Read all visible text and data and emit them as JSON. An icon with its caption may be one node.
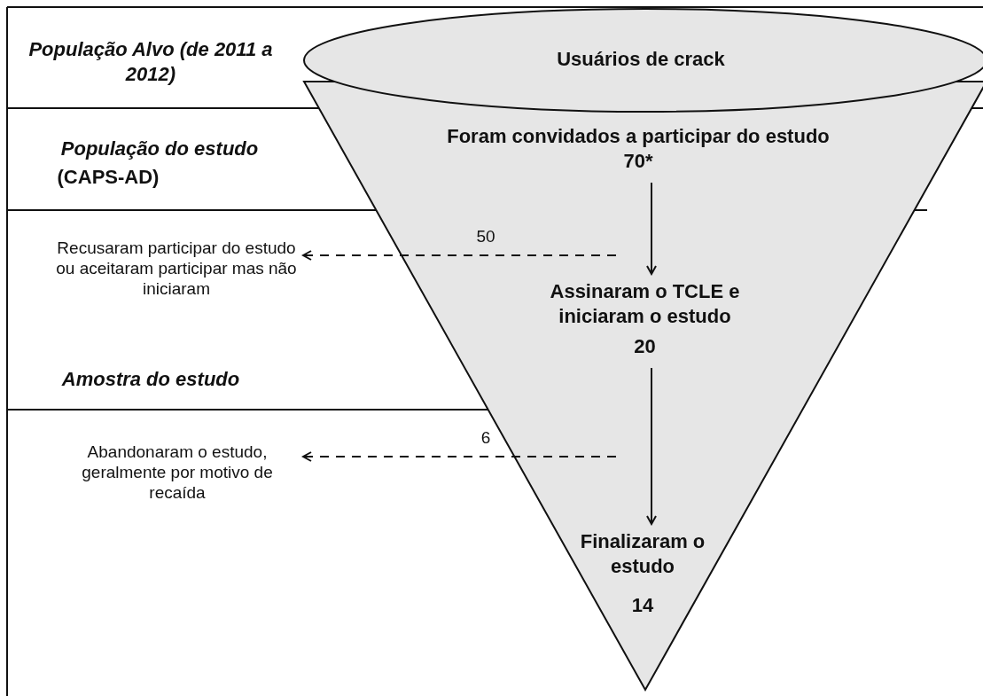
{
  "diagram": {
    "nodes": [
      {
        "text": [
          "Usuários de crack"
        ]
      },
      {
        "text": [
          "Foram convidados a participar do estudo",
          "70*"
        ],
        "in": 0
      },
      {
        "text": [
          "Recusaram participar do estudo ou aceitaram participar mas não iniciaram"
        ]
      },
      {
        "text": [
          "Assinaram o TCLE e iniciaram o estudo",
          "20"
        ],
        "in": 0
      },
      {
        "text": [
          "Abandonaram o estudo, geralmente por motivo de recaída"
        ]
      },
      {
        "text": [
          "Finalizaram o estudo",
          "14"
        ],
        "in": 0
      }
    ],
    "edges": [
      {
        "from": 1,
        "to": 3,
        "arrow": "to"
      },
      {
        "from": null,
        "to": 2,
        "arrow": "to",
        "label": "50",
        "style": "dashed"
      },
      {
        "from": 3,
        "to": 5,
        "arrow": "to"
      },
      {
        "from": null,
        "to": 4,
        "arrow": "to",
        "label": "6",
        "style": "dashed"
      }
    ],
    "labels": [
      "População Alvo (de 2011 a 2012)",
      "População do estudo",
      "(CAPS-AD)",
      "Amostra do estudo"
    ]
  }
}
